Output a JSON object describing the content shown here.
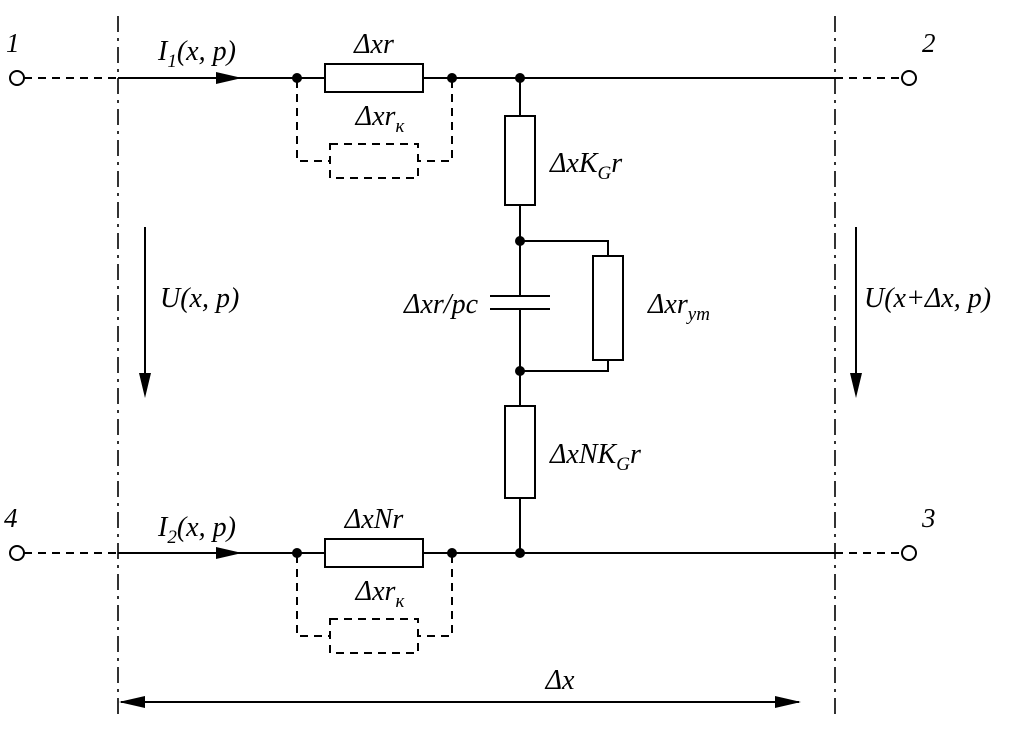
{
  "diagram": {
    "terminals": {
      "t1": "1",
      "t2": "2",
      "t3": "3",
      "t4": "4"
    },
    "currents": {
      "i1": {
        "symbol": "I",
        "sub": "1",
        "args": "(x, p)"
      },
      "i2": {
        "symbol": "I",
        "sub": "2",
        "args": "(x, p)"
      }
    },
    "voltages": {
      "left": "U(x, p)",
      "right": "U(x+Δx, p)"
    },
    "components": {
      "series_resistor_top": "Δxr",
      "contact_resistor_top": {
        "base": "Δxr",
        "sub": "к"
      },
      "shunt_resistor_upper": {
        "base": "ΔxK",
        "sub": "G",
        "tail": "r"
      },
      "capacitor": "Δxr/pc",
      "leakage_resistor": {
        "base": "Δxr",
        "sub": "ут"
      },
      "shunt_resistor_lower": {
        "base": "ΔxNK",
        "sub": "G",
        "tail": "r"
      },
      "series_resistor_bottom": "ΔxNr",
      "contact_resistor_bottom": {
        "base": "Δxr",
        "sub": "к"
      }
    },
    "dimension": {
      "dx": "Δx"
    }
  }
}
